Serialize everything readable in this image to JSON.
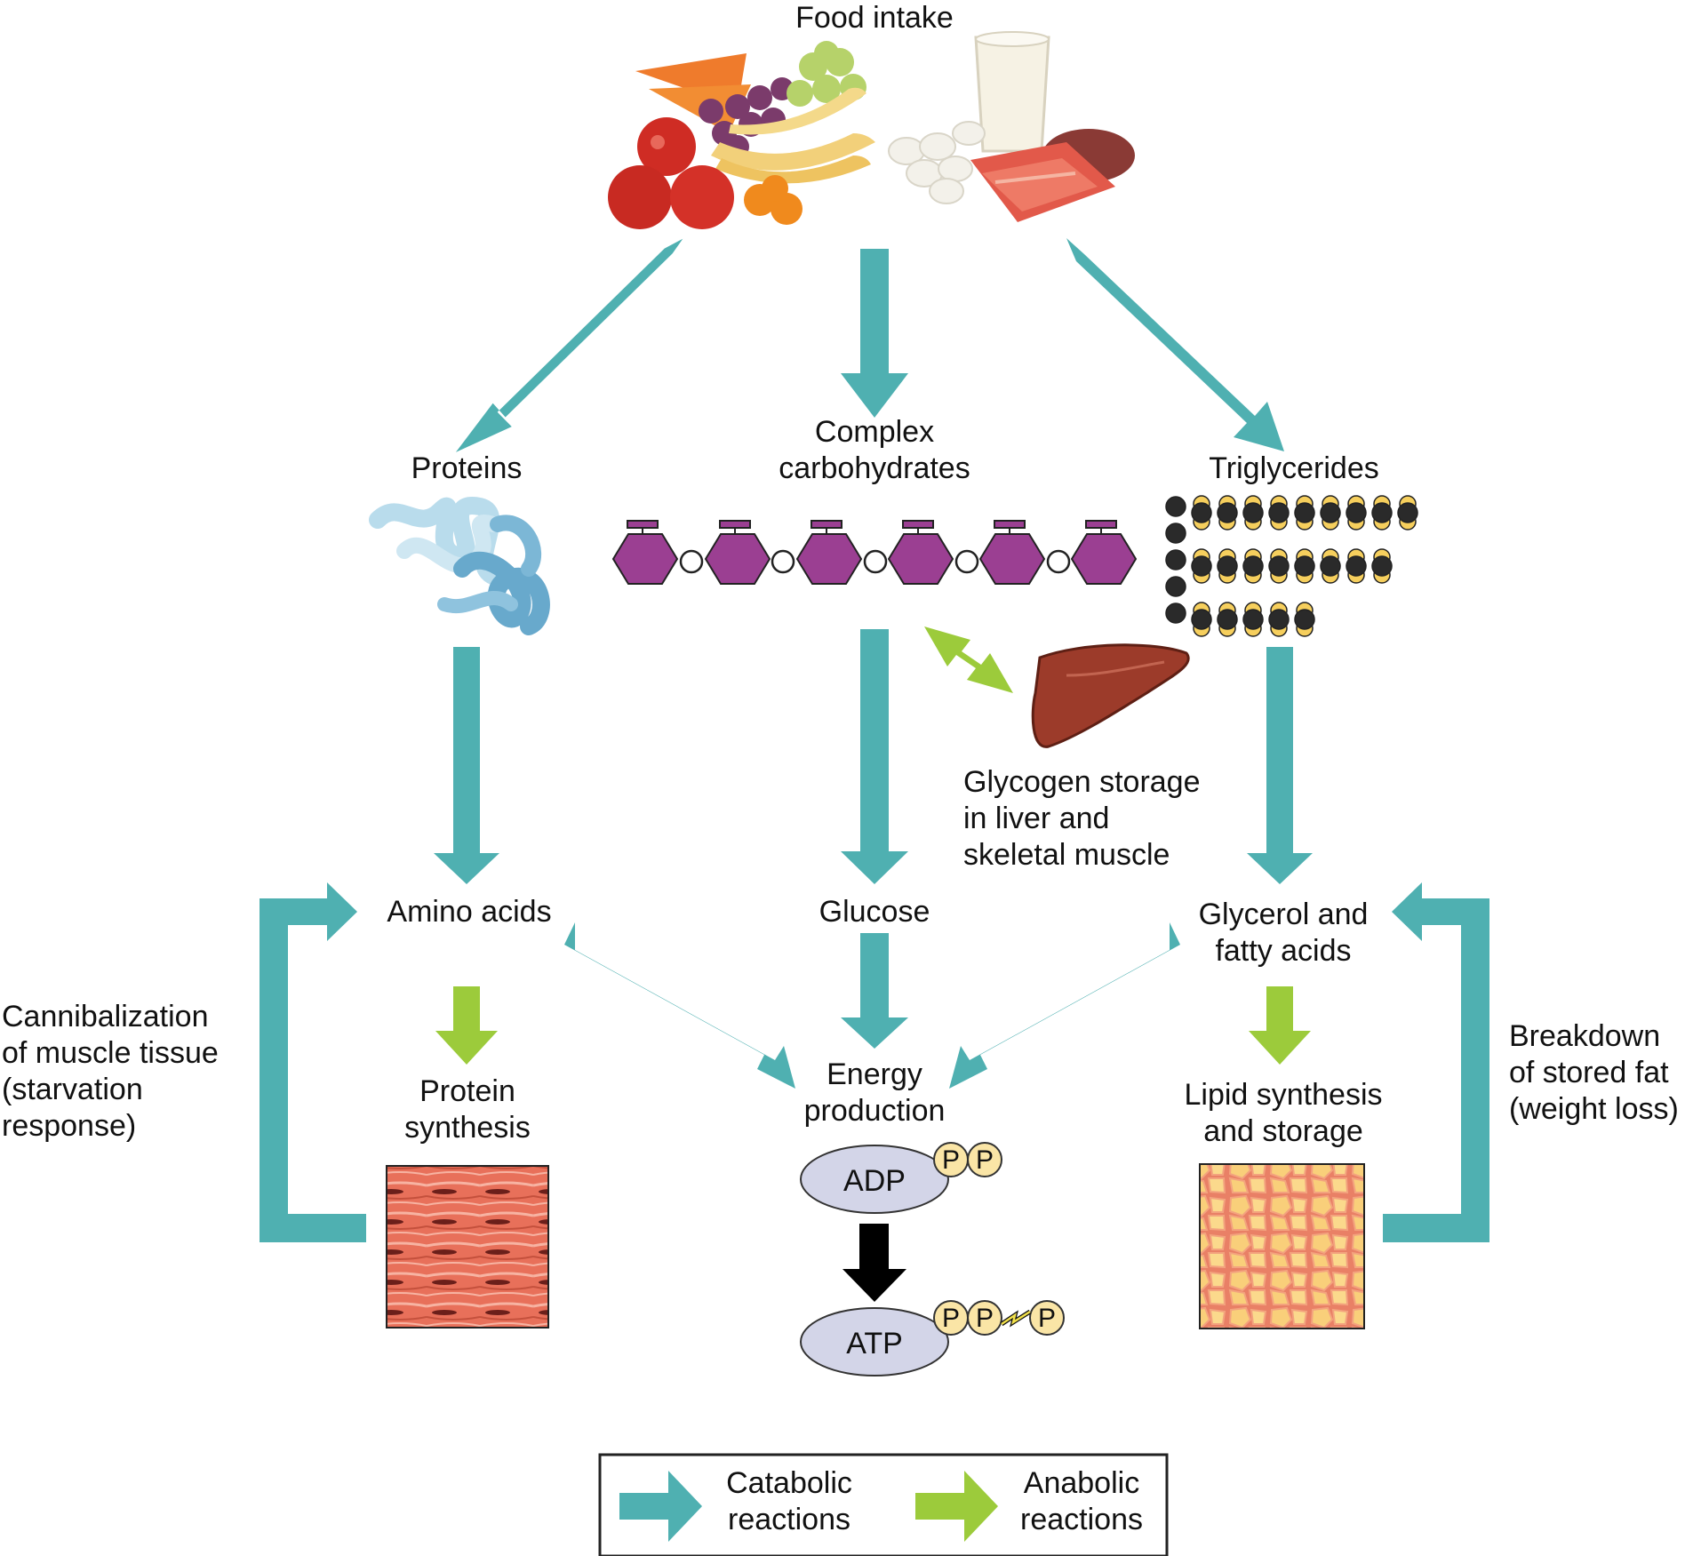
{
  "colors": {
    "catabolic": "#4fb0b1",
    "anabolic": "#9ccb3b",
    "energy_arrow": "#000000",
    "carbohydrate": "#9b3f92",
    "adp_atp_fill": "#d3d5e8",
    "phosphate_fill": "#fae5a6"
  },
  "icons": {
    "food": "food-pile-icon",
    "protein": "protein-coil-icon",
    "carbohydrate": "carbohydrate-chain-icon",
    "triglyceride": "triglyceride-molecule-icon",
    "liver": "liver-icon",
    "muscle": "muscle-tissue-icon",
    "fat": "adipose-tissue-icon"
  },
  "labels": {
    "food_intake": "Food intake",
    "proteins": "Proteins",
    "complex_carbohydrates": "Complex\ncarbohydrates",
    "triglycerides": "Triglycerides",
    "glycogen_storage": "Glycogen storage\nin liver and\nskeletal muscle",
    "amino_acids": "Amino acids",
    "glucose": "Glucose",
    "glycerol_fatty_acids": "Glycerol and\nfatty acids",
    "protein_synthesis": "Protein\nsynthesis",
    "energy_production": "Energy\nproduction",
    "lipid_synthesis": "Lipid synthesis\nand storage",
    "cannibalization": "Cannibalization\nof muscle tissue\n(starvation\nresponse)",
    "breakdown_fat": "Breakdown\nof stored fat\n(weight loss)",
    "adp": "ADP",
    "atp": "ATP",
    "phosphate": "P"
  },
  "legend": {
    "catabolic": "Catabolic\nreactions",
    "anabolic": "Anabolic\nreactions"
  }
}
